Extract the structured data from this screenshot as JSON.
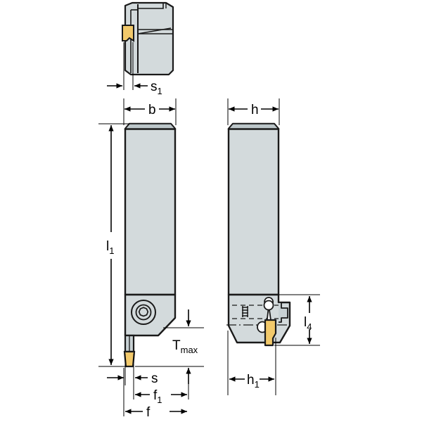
{
  "drawing": {
    "type": "engineering-technical-drawing",
    "subject": "Parting and grooving tool holder with indexable insert",
    "background_color": "#ffffff",
    "line_color": "#000000",
    "body_fill": "#d3dadc",
    "body_fill_dark": "#bcc6c9",
    "insert_fill": "#f2c96b",
    "insert_fill_light": "#f7dda0",
    "blade_fill": "#c8d1d4",
    "views": [
      {
        "id": "top-view",
        "name": "top-end-view",
        "description": "End view of tool holder showing insert seat thickness"
      },
      {
        "id": "front-view",
        "name": "front-view",
        "description": "Front elevation showing blade width b and overall length l1"
      },
      {
        "id": "side-view",
        "name": "side-view",
        "description": "Side elevation showing shank height h and head detail"
      }
    ]
  },
  "dimensions": {
    "s1": {
      "label": "s",
      "sub": "1",
      "view": "top-view"
    },
    "b": {
      "label": "b",
      "sub": "",
      "view": "front-view"
    },
    "h": {
      "label": "h",
      "sub": "",
      "view": "side-view"
    },
    "l1": {
      "label": "l",
      "sub": "1",
      "view": "front-view"
    },
    "tmax": {
      "label": "T",
      "sub": "max",
      "view": "front-view"
    },
    "s": {
      "label": "s",
      "sub": "",
      "view": "front-view"
    },
    "f1": {
      "label": "f",
      "sub": "1",
      "view": "front-view"
    },
    "f": {
      "label": "f",
      "sub": "",
      "view": "front-view"
    },
    "l4": {
      "label": "l",
      "sub": "4",
      "view": "side-view"
    },
    "h1": {
      "label": "h",
      "sub": "1",
      "view": "side-view"
    }
  },
  "features": {
    "clamp_screw": {
      "name": "torx-screw",
      "view": "front-view"
    },
    "coolant_thread": {
      "name": "threaded-hole",
      "view": "side-view"
    },
    "cutting_insert": {
      "name": "cutting-insert",
      "view": "front-view"
    },
    "cutting_insert_side": {
      "name": "cutting-insert",
      "view": "side-view"
    },
    "cutting_insert_top": {
      "name": "cutting-insert",
      "view": "top-view"
    }
  }
}
